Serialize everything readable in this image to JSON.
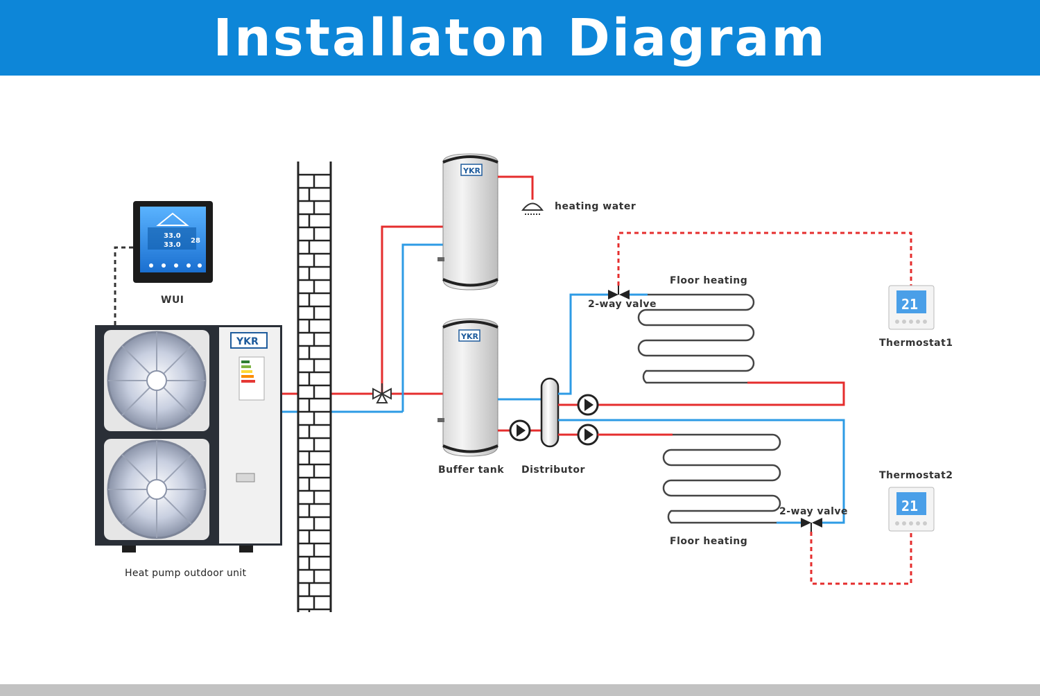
{
  "header": {
    "title": "Installaton Diagram"
  },
  "colors": {
    "title_bar": "#0d86d8",
    "hot_pipe": "#e52d2d",
    "cold_pipe": "#2d9be5",
    "footer": "#c2c2c2"
  },
  "labels": {
    "wui": "WUI",
    "outdoor_unit": "Heat pump outdoor unit",
    "heating_water": "heating water",
    "floor_heating_top": "Floor heating",
    "floor_heating_bottom": "Floor heating",
    "valve_top": "2-way valve",
    "valve_bottom": "2-way valve",
    "thermostat1": "Thermostat1",
    "thermostat2": "Thermostat2",
    "buffer_tank": "Buffer tank",
    "distributor": "Distributor"
  },
  "wui_screen": {
    "temp_a": "33.0",
    "temp_b": "33.0",
    "temp_c": "28"
  },
  "thermostat_display": "21",
  "brand_logo": "YKR"
}
